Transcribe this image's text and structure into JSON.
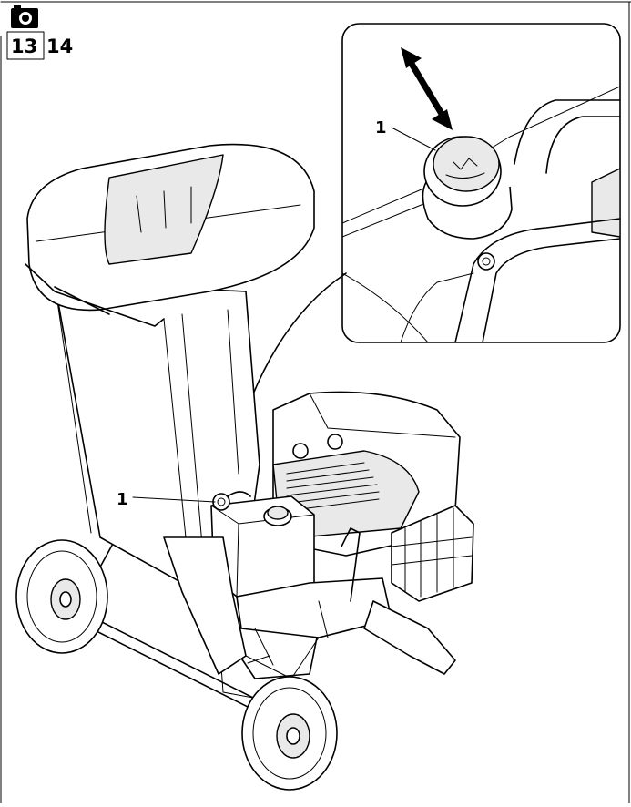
{
  "header": {
    "camera_icon": "camera-icon",
    "figure_number_boxed": "13",
    "figure_number": "14"
  },
  "callouts": {
    "detail_label": "1",
    "main_label": "1"
  },
  "colors": {
    "ink": "#000000",
    "background": "#ffffff"
  }
}
